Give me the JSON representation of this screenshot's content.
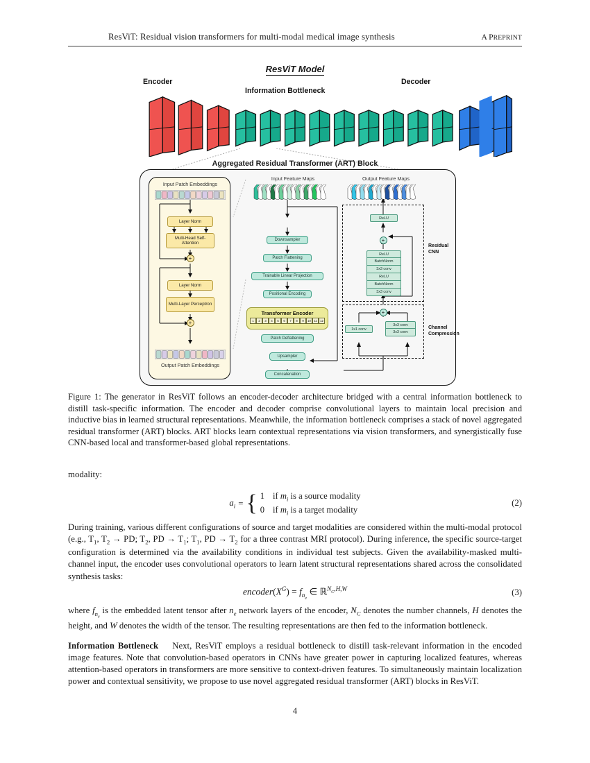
{
  "header": {
    "title": "ResViT: Residual vision transformers for multi-modal medical image synthesis",
    "preprint_prefix": "A P",
    "preprint_rest": "REPRINT"
  },
  "figure": {
    "model_title": "ResViT Model",
    "encoder_label": "Encoder",
    "bottleneck_label": "Information Bottleneck",
    "decoder_label": "Decoder",
    "art_title": "Aggregated Residual Transformer (ART) Block",
    "encoder_block_count": 3,
    "bottleneck_block_count": 9,
    "decoder_block_count": 3,
    "colors": {
      "encoder": "#ef5350",
      "encoder_side": "#d8413c",
      "bottleneck": "#26bfa0",
      "bottleneck_side": "#15a98c",
      "decoder": "#2f7fe8",
      "decoder_side": "#2064c8",
      "panel_bg": "#f7f7f7",
      "transformer_panel_bg": "#fdf8e3",
      "yellow_box": "#fbe9a7",
      "green_box": "#bfe9dd",
      "encoder_title_box": "#ecea9a"
    },
    "transformer_panel": {
      "input_label": "Input Patch Embeddings",
      "output_label": "Output Patch Embeddings",
      "boxes": [
        "Layer Norm",
        "Multi-Head Self-Attention",
        "Layer Norm",
        "Multi-Layer Perceptron"
      ],
      "add_symbol": "+",
      "patch_colors": [
        "#a9d8cf",
        "#f0b7c6",
        "#cfc3e6",
        "#e9e2c2",
        "#b9d9d1",
        "#c5c8e8",
        "#f2d9c6",
        "#efd3dd",
        "#d7cbe8",
        "#f0c9d4",
        "#c9c9d8",
        "#ece4c0"
      ]
    },
    "middle_column": {
      "input_feature_maps": "Input Feature Maps",
      "steps": [
        "Downsampler",
        "Patch Flattening",
        "Trainable Linear Projection",
        "Positional Encoding"
      ],
      "transformer_encoder": "Transformer Encoder",
      "encoder_cells": [
        "1",
        "2",
        "3",
        "4",
        "5",
        "6",
        "7",
        "8",
        "9",
        "10",
        "11",
        "12"
      ],
      "steps_after": [
        "Patch Deflattening",
        "Upsampler",
        "Concatenation"
      ]
    },
    "right_column": {
      "output_feature_maps": "Output Feature Maps",
      "residual_label": "Residual\nCNN",
      "residual_label_line1": "Residual",
      "residual_label_line2": "CNN",
      "channel_label_line1": "Channel",
      "channel_label_line2": "Compression",
      "top_relu": "ReLU",
      "residual_stack": [
        "ReLU",
        "BatchNorm",
        "3x3 conv",
        "ReLU",
        "BatchNorm",
        "3x3 conv"
      ],
      "compression_left": "1x1 conv",
      "compression_right": [
        "3x3 conv",
        "3x3 conv"
      ],
      "add_symbol": "+"
    }
  },
  "caption": {
    "label": "Figure 1:",
    "text": " The generator in ResViT follows an encoder-decoder architecture bridged with a central information bottleneck to distill task-specific information. The encoder and decoder comprise convolutional layers to maintain local precision and inductive bias in learned structural representations. Meanwhile, the information bottleneck comprises a stack of novel aggregated residual transformer (ART) blocks. ART blocks learn contextual representations via vision transformers, and synergistically fuse CNN-based local and transformer-based global representations."
  },
  "body": {
    "modality_lead": "modality:",
    "equation2": {
      "lhs_var": "a",
      "lhs_sub": "i",
      "equals": "=",
      "case1_value": "1",
      "case1_text_pre": "if ",
      "case1_var": "m",
      "case1_sub": "i",
      "case1_text_post": " is a source modality",
      "case2_value": "0",
      "case2_text_pre": "if ",
      "case2_var": "m",
      "case2_sub": "i",
      "case2_text_post": " is a target modality",
      "number": "(2)"
    },
    "paragraph1_part1": "During training, various different configurations of source and target modalities are considered within the multi-modal protocol (e.g., T",
    "paragraph1_full": "During training, various different configurations of source and target modalities are considered within the multi-modal protocol (e.g., T1, T2 → PD; T2, PD → T1; T1, PD → T2 for a three contrast MRI protocol). During inference, the specific source-target configuration is determined via the availability conditions in individual test subjects. Given the availability-masked multi-channel input, the encoder uses convolutional operators to learn latent structural representations shared across the consolidated synthesis tasks:",
    "equation3": {
      "text": "encoder(X^G) = f_{n_e} ∈ R^{N_C,H,W}",
      "number": "(3)"
    },
    "paragraph2_full": "where fne is the embedded latent tensor after ne network layers of the encoder, NC denotes the number channels, H denotes the height, and W denotes the width of the tensor. The resulting representations are then fed to the information bottleneck.",
    "paragraph3_bold": "Information Bottleneck",
    "paragraph3_full": "Next, ResViT employs a residual bottleneck to distill task-relevant information in the encoded image features. Note that convolution-based operators in CNNs have greater power in capturing localized features, whereas attention-based operators in transformers are more sensitive to context-driven features. To simultaneously maintain localization power and contextual sensitivity, we propose to use novel aggregated residual transformer (ART) blocks in ResViT."
  },
  "page_number": "4"
}
